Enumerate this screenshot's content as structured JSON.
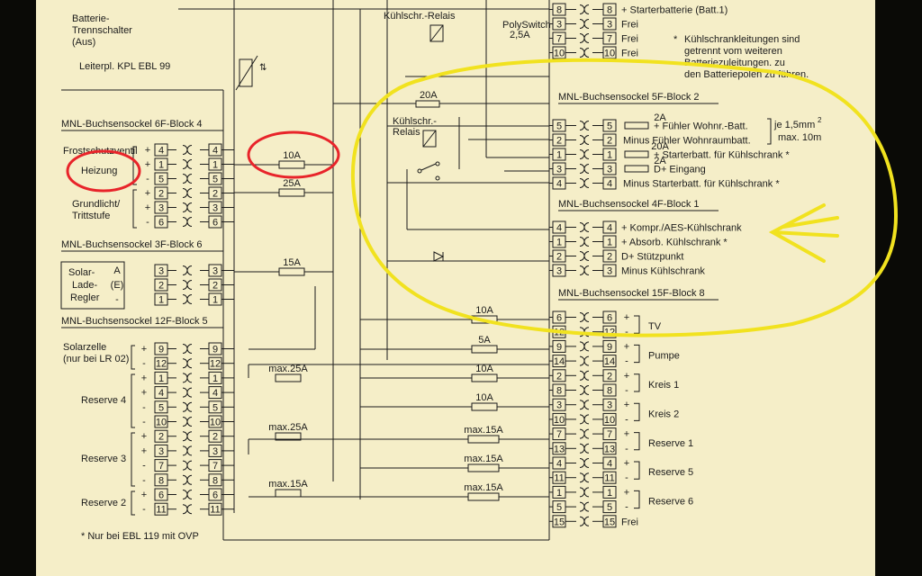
{
  "colors": {
    "paper": "#f5eec8",
    "frame": "#0a0a06",
    "ink": "#1b1b1b",
    "annotation_red": "#e8242a",
    "annotation_yellow": "#f1e21f"
  },
  "header": {
    "battery_switch": [
      "Batterie-",
      "Trennschalter",
      "(Aus)"
    ],
    "board": "Leiterpl. KPL EBL 99",
    "fridge_relay_top": "Kühlschr.-Relais",
    "polyswitch": [
      "PolySwitch",
      "2,5A"
    ]
  },
  "top_right": {
    "pins": [
      "8",
      "3",
      "7",
      "10"
    ],
    "labels": [
      "+ Starterbatterie (Batt.1)",
      "Frei",
      "Frei",
      "Frei"
    ],
    "note": [
      "Kühlschrankleitungen sind",
      "getrennt vom weiteren",
      "Batteriezuleitungen. zu",
      "den Batteriepolen zu führen."
    ]
  },
  "block_6f4": {
    "title": "MNL-Buchsensockel 6F-Block 4",
    "frost": "Frostschutzventil",
    "heizung": "Heizung",
    "grundlicht": [
      "Grundlicht/",
      "Trittstufe"
    ],
    "signs": [
      "+",
      "+",
      "-",
      "+",
      "+",
      "-"
    ],
    "pins": [
      "4",
      "1",
      "5",
      "2",
      "3",
      "6"
    ],
    "fuses": [
      "10A",
      "25A"
    ]
  },
  "block_3f6": {
    "title": "MNL-Buchsensockel 3F-Block 6",
    "solar": [
      "Solar-",
      "Lade-",
      "Regler"
    ],
    "signs": [
      "A",
      "(E)",
      "-"
    ],
    "pins": [
      "3",
      "2",
      "1"
    ],
    "fuse": "15A"
  },
  "block_12f5": {
    "title": "MNL-Buchsensockel 12F-Block 5",
    "solarzelle": [
      "Solarzelle",
      "(nur bei LR 02)"
    ],
    "reserve4": "Reserve 4",
    "reserve3": "Reserve 3",
    "reserve2": "Reserve 2",
    "signs": [
      "+",
      "-",
      "+",
      "+",
      "-",
      "-",
      "+",
      "+",
      "-",
      "-",
      "+",
      "-"
    ],
    "pins": [
      "9",
      "12",
      "1",
      "4",
      "5",
      "10",
      "2",
      "3",
      "7",
      "8",
      "6",
      "11"
    ],
    "fuses": [
      "max.25A",
      "max.25A",
      "max.15A"
    ],
    "footnote": "* Nur bei EBL 119 mit OVP"
  },
  "center": {
    "fuse_20a": "20A",
    "relay": [
      "Kühlschr.-",
      "Relais"
    ],
    "fuses_right": [
      "10A",
      "5A",
      "10A",
      "10A",
      "max.15A",
      "max.15A",
      "max.15A"
    ]
  },
  "block_5f2": {
    "title": "MNL-Buchsensockel 5F-Block 2",
    "pins": [
      "5",
      "2",
      "1",
      "3",
      "4"
    ],
    "fuses": [
      "2A",
      "20A",
      "2A"
    ],
    "labels": [
      "+ Fühler Wohnr.-Batt.",
      "Minus Fühler Wohnraumbatt.",
      "+ Starterbatt. für Kühlschrank *",
      "D+ Eingang",
      "Minus Starterbatt. für Kühlschrank *"
    ],
    "cable_note": [
      "je 1,5mm",
      "max. 10m"
    ],
    "cable_sup": "2"
  },
  "block_4f1": {
    "title": "MNL-Buchsensockel 4F-Block 1",
    "pins": [
      "4",
      "1",
      "2",
      "3"
    ],
    "labels": [
      "+ Kompr./AES-Kühlschrank",
      "+ Absorb. Kühlschrank *",
      "D+ Stützpunkt",
      "Minus Kühlschrank"
    ]
  },
  "block_15f8": {
    "title": "MNL-Buchsensockel 15F-Block 8",
    "pins": [
      "6",
      "12",
      "9",
      "14",
      "2",
      "8",
      "3",
      "10",
      "7",
      "13",
      "4",
      "11",
      "1",
      "5",
      "15"
    ],
    "signs": [
      "+",
      "-",
      "+",
      "-",
      "+",
      "-",
      "+",
      "-",
      "+",
      "-",
      "+",
      "-",
      "+",
      "-",
      ""
    ],
    "groups": [
      "TV",
      "Pumpe",
      "Kreis 1",
      "Kreis 2",
      "Reserve 1",
      "Reserve 5",
      "Reserve 6"
    ],
    "frei": "Frei"
  }
}
